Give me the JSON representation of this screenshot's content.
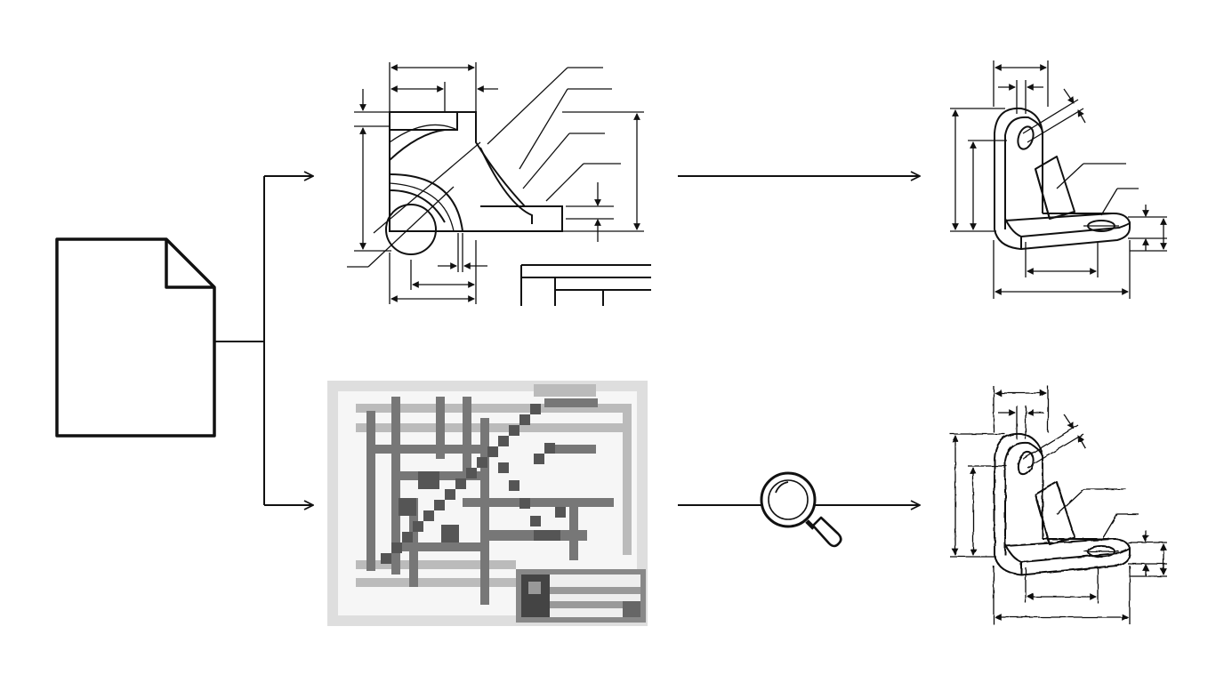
{
  "diagram": {
    "nodes": [
      {
        "id": "source-document",
        "kind": "document-icon"
      },
      {
        "id": "clean-2d-drawing",
        "kind": "technical-drawing",
        "quality": "clean"
      },
      {
        "id": "pixelated-2d-drawing",
        "kind": "technical-drawing",
        "quality": "low-resolution"
      },
      {
        "id": "clean-isometric-bracket",
        "kind": "isometric-drawing",
        "quality": "clean"
      },
      {
        "id": "sketchy-isometric-bracket",
        "kind": "isometric-drawing",
        "quality": "hand-drawn"
      }
    ],
    "edges": [
      {
        "from": "source-document",
        "to": "clean-2d-drawing"
      },
      {
        "from": "source-document",
        "to": "pixelated-2d-drawing"
      },
      {
        "from": "clean-2d-drawing",
        "to": "clean-isometric-bracket"
      },
      {
        "from": "pixelated-2d-drawing",
        "to": "sketchy-isometric-bracket",
        "icon": "magnifier-icon"
      }
    ],
    "colors": {
      "ink": "#111111",
      "pixel_dark": "#555555",
      "pixel_light": "#bbbbbb",
      "background": "#ffffff"
    }
  }
}
